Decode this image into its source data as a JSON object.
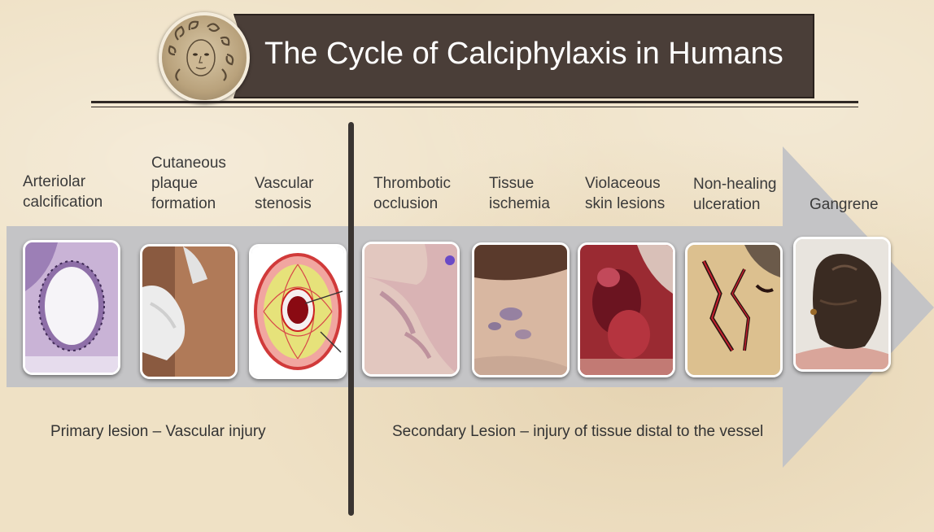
{
  "title": "The Cycle of Calciphylaxis in Humans",
  "stages": [
    {
      "label_lines": [
        "Arteriolar",
        "calcification"
      ],
      "image": "histology-vessel-section"
    },
    {
      "label_lines": [
        "Cutaneous",
        "plaque",
        "formation"
      ],
      "image": "gloved-hand-palpating-skin"
    },
    {
      "label_lines": [
        "Vascular",
        "stenosis"
      ],
      "image": "stenosed-vessel-illustration"
    },
    {
      "label_lines": [
        "Thrombotic",
        "occlusion"
      ],
      "image": "mottled-skin-photo"
    },
    {
      "label_lines": [
        "Tissue",
        "ischemia"
      ],
      "image": "bruised-leg-photo"
    },
    {
      "label_lines": [
        "Violaceous",
        "skin lesions"
      ],
      "image": "violaceous-lesion-photo"
    },
    {
      "label_lines": [
        "Non-healing",
        "ulceration"
      ],
      "image": "ulceration-photo"
    },
    {
      "label_lines": [
        "Gangrene"
      ],
      "image": "gangrene-photo"
    }
  ],
  "captions": {
    "primary": "Primary lesion – Vascular injury",
    "secondary": "Secondary Lesion – injury of tissue distal to the vessel"
  },
  "colors": {
    "arrow": "#c4c4c6",
    "banner": "#4a3e38",
    "background": "#efe1c5"
  }
}
